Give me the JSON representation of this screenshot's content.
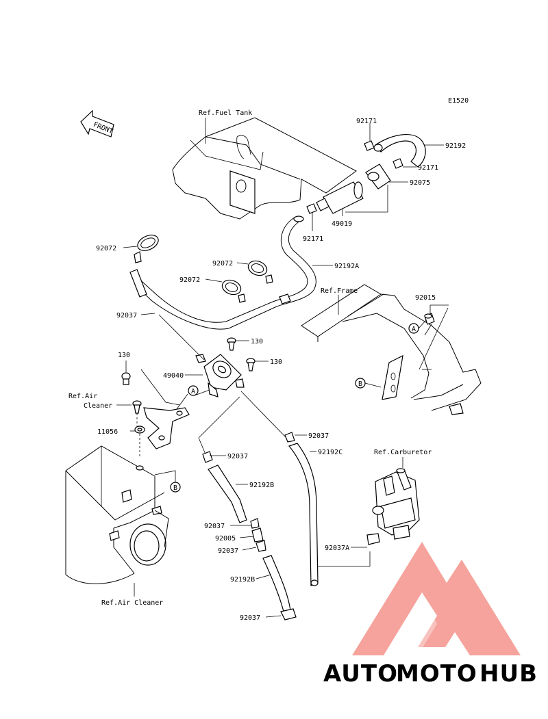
{
  "diagram": {
    "code": "E1520",
    "front_label": "FRONT",
    "refs": {
      "fuel_tank": "Ref.Fuel Tank",
      "frame": "Ref.Frame",
      "carburetor": "Ref.Carburetor",
      "air_cleaner_1": "Ref.Air",
      "air_cleaner_2": "Cleaner",
      "air_cleaner_bottom": "Ref.Air Cleaner"
    },
    "callouts": {
      "a": "A",
      "b": "B"
    },
    "parts": {
      "p92171_top": "92171",
      "p92192": "92192",
      "p92171_right": "92171",
      "p92075": "92075",
      "p49019": "49019",
      "p92171_mid": "92171",
      "p92072_left": "92072",
      "p92072_mid1": "92072",
      "p92072_mid2": "92072",
      "p92192A": "92192A",
      "p92015": "92015",
      "p92037_left": "92037",
      "p130_a": "130",
      "p130_b": "130",
      "p130_c": "130",
      "p49040": "49040",
      "p11056": "11056",
      "p92037_c": "92037",
      "p92192C": "92192C",
      "p92037_d": "92037",
      "p92192B_top": "92192B",
      "p92037_e": "92037",
      "p92005": "92005",
      "p92037_f": "92037",
      "p92192B_bot": "92192B",
      "p92037_g": "92037",
      "p92037A": "92037A"
    }
  },
  "watermark": {
    "part1": "AUTO",
    "part2": "MOTO",
    "part3": "HUB",
    "colors": {
      "auto": "#f5b87a",
      "moto": "#f49a93",
      "hub": "#8a8a8a",
      "logo": "#f59a92"
    }
  }
}
